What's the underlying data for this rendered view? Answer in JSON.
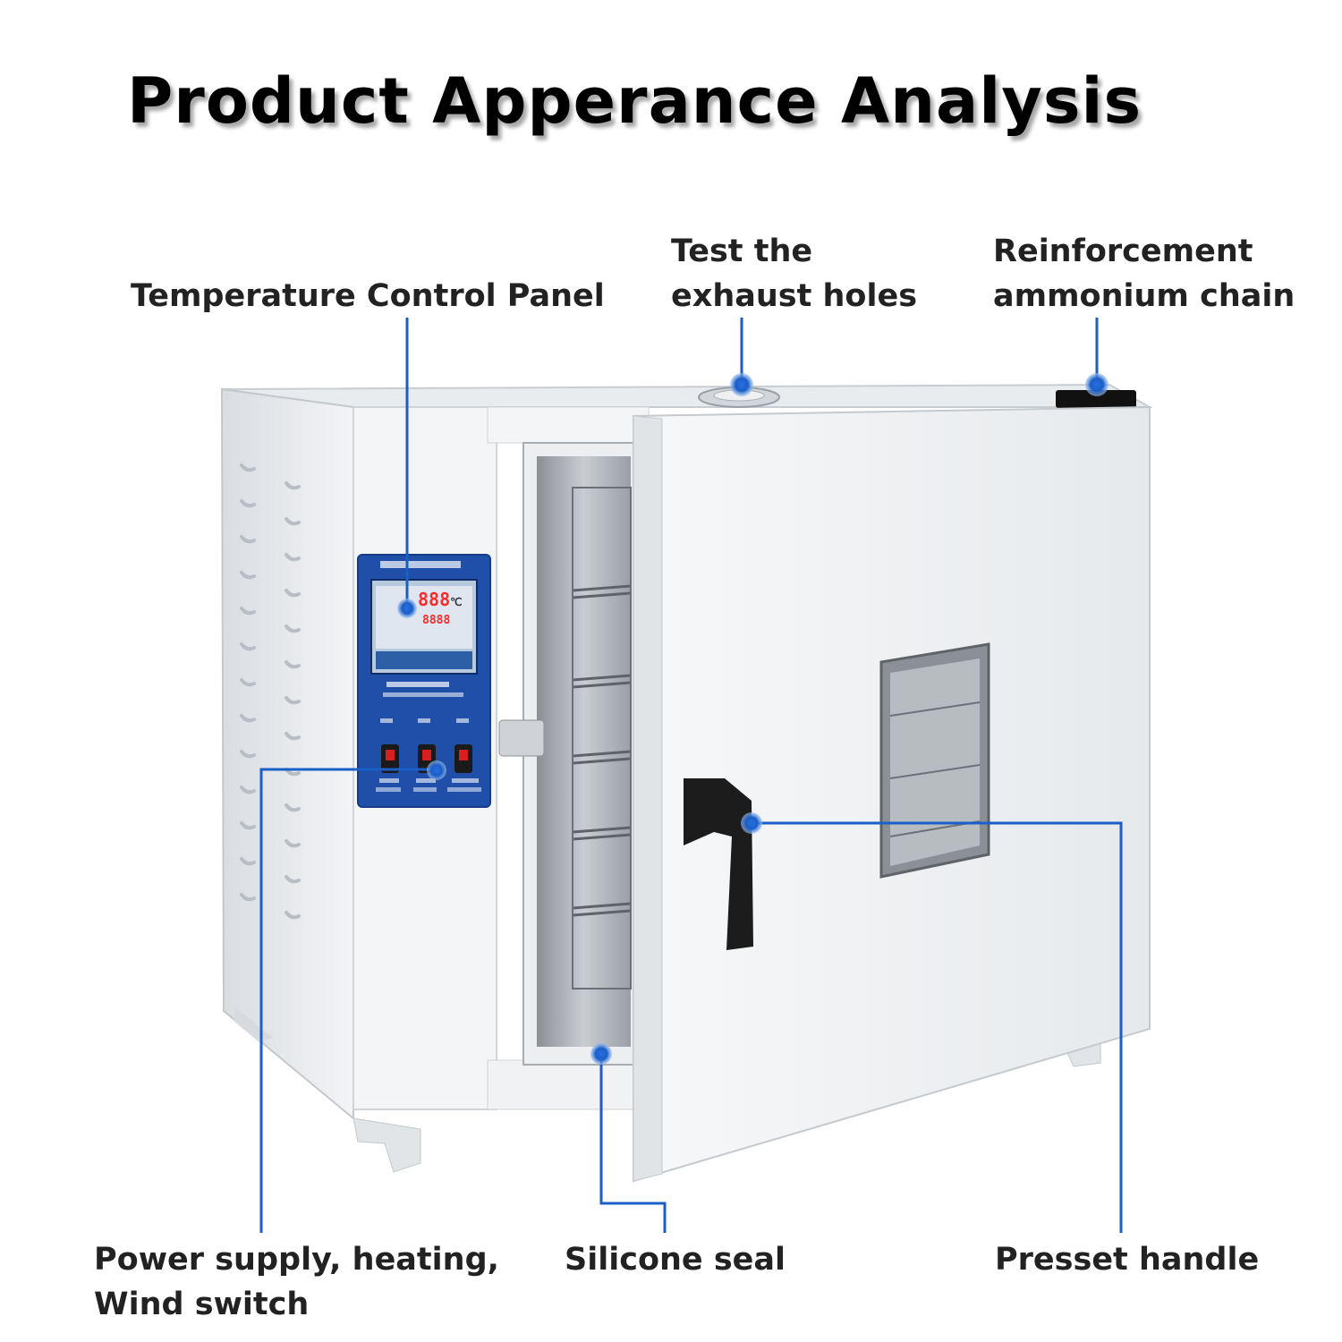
{
  "title": "Product Apperance Analysis",
  "labels": {
    "temperature_panel": "Temperature Control Panel",
    "exhaust_holes": [
      "Test the",
      "exhaust holes"
    ],
    "ammonium_chain": [
      "Reinforcement",
      "ammonium chain"
    ],
    "switches": [
      "Power supply, heating,",
      "Wind switch"
    ],
    "silicone_seal": "Silicone seal",
    "handle": "Presset handle"
  },
  "panel_display": {
    "readout": "888",
    "unit": "℃",
    "sub_readout": "8888"
  },
  "colors": {
    "callout": "#1a5fc8",
    "cabinet": "#eef0f2",
    "panel": "#1f4fa8",
    "handle": "#1c1c1c"
  }
}
